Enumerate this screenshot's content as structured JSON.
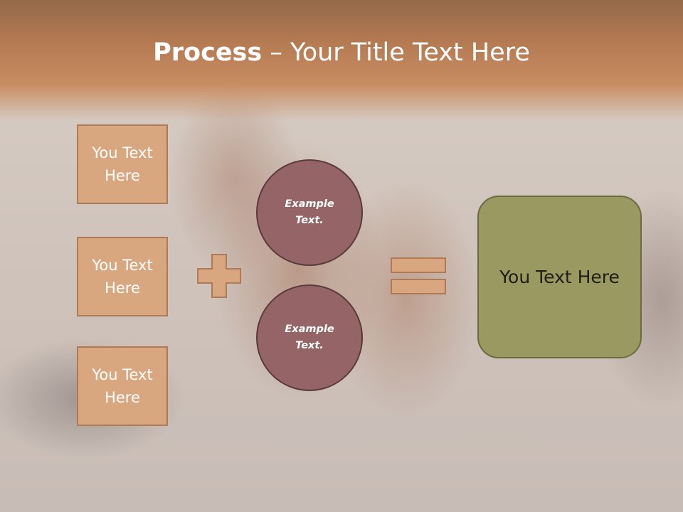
{
  "slide": {
    "title_bold": "Process",
    "title_rest": " – Your Title Text Here",
    "left_boxes": [
      {
        "label": "You Text Here"
      },
      {
        "label": "You Text Here"
      },
      {
        "label": "You Text Here"
      }
    ],
    "circles": [
      {
        "label": "Example Text."
      },
      {
        "label": "Example Text."
      }
    ],
    "result_label": "You Text Here",
    "icons": {
      "plus": "plus-icon",
      "equals": "equals-icon"
    },
    "colors": {
      "header": "#b47a52",
      "box_fill": "#d9a77f",
      "circle_fill": "#956466",
      "result_fill": "#9a9962"
    }
  }
}
